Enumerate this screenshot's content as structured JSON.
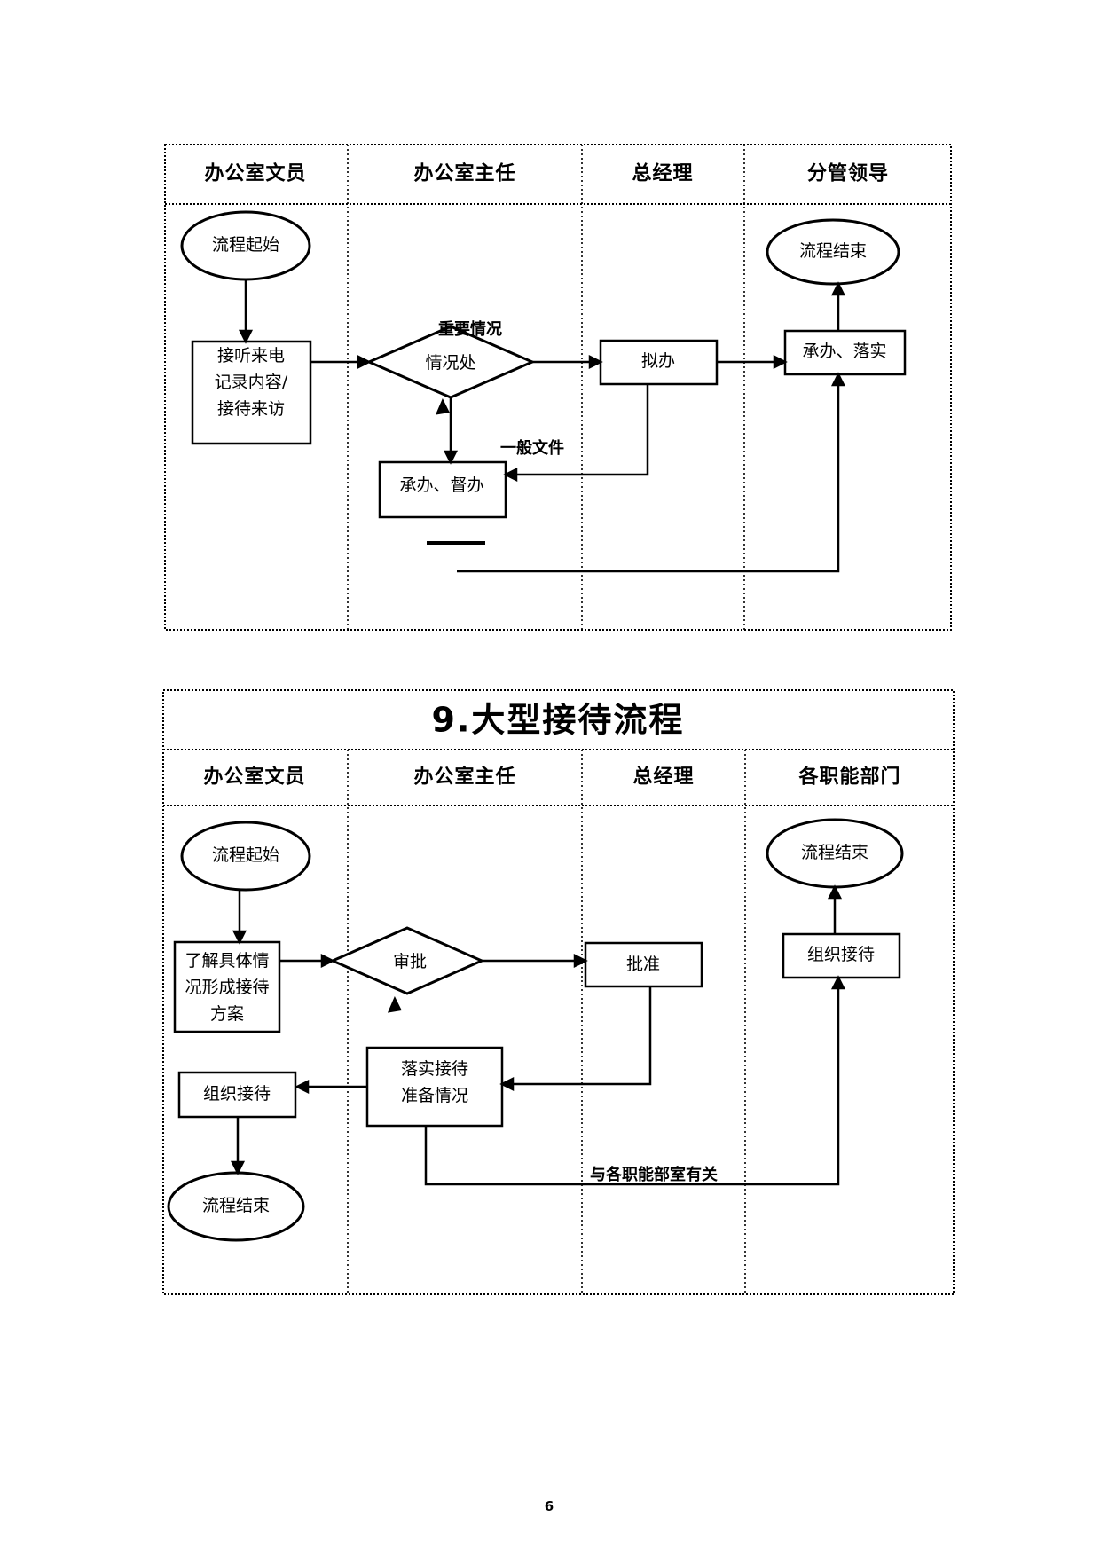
{
  "page_number": "6",
  "chart1": {
    "columns": [
      "办公室文员",
      "办公室主任",
      "总经理",
      "分管领导"
    ],
    "nodes": {
      "start": "流程起始",
      "receive_lines": [
        "接听来电",
        "记录内容/",
        "接待来访"
      ],
      "decision": "情况处",
      "draft": "拟办",
      "handle_implement": "承办、落实",
      "end": "流程结束",
      "handle_supervise": "承办、督办"
    },
    "labels": {
      "important_case": "重要情况",
      "general_document": "一般文件"
    }
  },
  "chart2": {
    "title": "9.大型接待流程",
    "columns": [
      "办公室文员",
      "办公室主任",
      "总经理",
      "各职能部门"
    ],
    "nodes": {
      "start": "流程起始",
      "understand_lines": [
        "了解具体情",
        "况形成接待",
        "方案"
      ],
      "decision": "审批",
      "approve": "批准",
      "implement_lines": [
        "落实接待",
        "准备情况"
      ],
      "organize_left": "组织接待",
      "end_left": "流程结束",
      "organize_right": "组织接待",
      "end_right": "流程结束"
    },
    "labels": {
      "related_depts": "与各职能部室有关"
    }
  }
}
